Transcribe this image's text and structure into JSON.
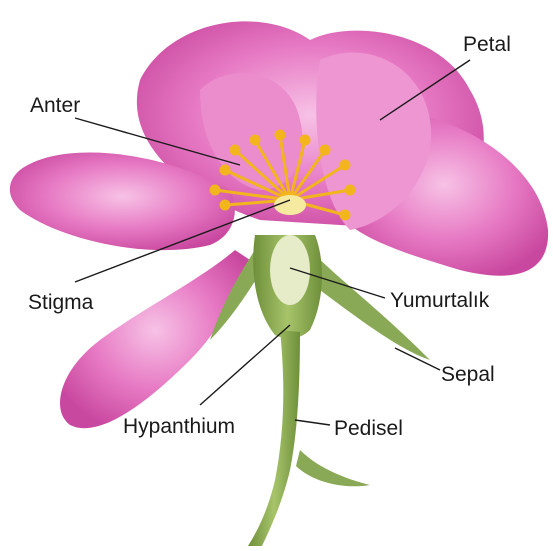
{
  "labels": {
    "petal": "Petal",
    "anter": "Anter",
    "stigma": "Stigma",
    "yumurtalik": "Yumurtalık",
    "sepal": "Sepal",
    "hypanthium": "Hypanthium",
    "pedisel": "Pedisel"
  },
  "colors": {
    "petal": "#e77ac4",
    "petal_dark": "#c9489f",
    "petal_light": "#f3a6dc",
    "stamen": "#f2b51d",
    "stem": "#8fae55",
    "stem_dark": "#6e8f3a",
    "ovary": "#e6ecc7",
    "line": "#1a1a1a"
  }
}
